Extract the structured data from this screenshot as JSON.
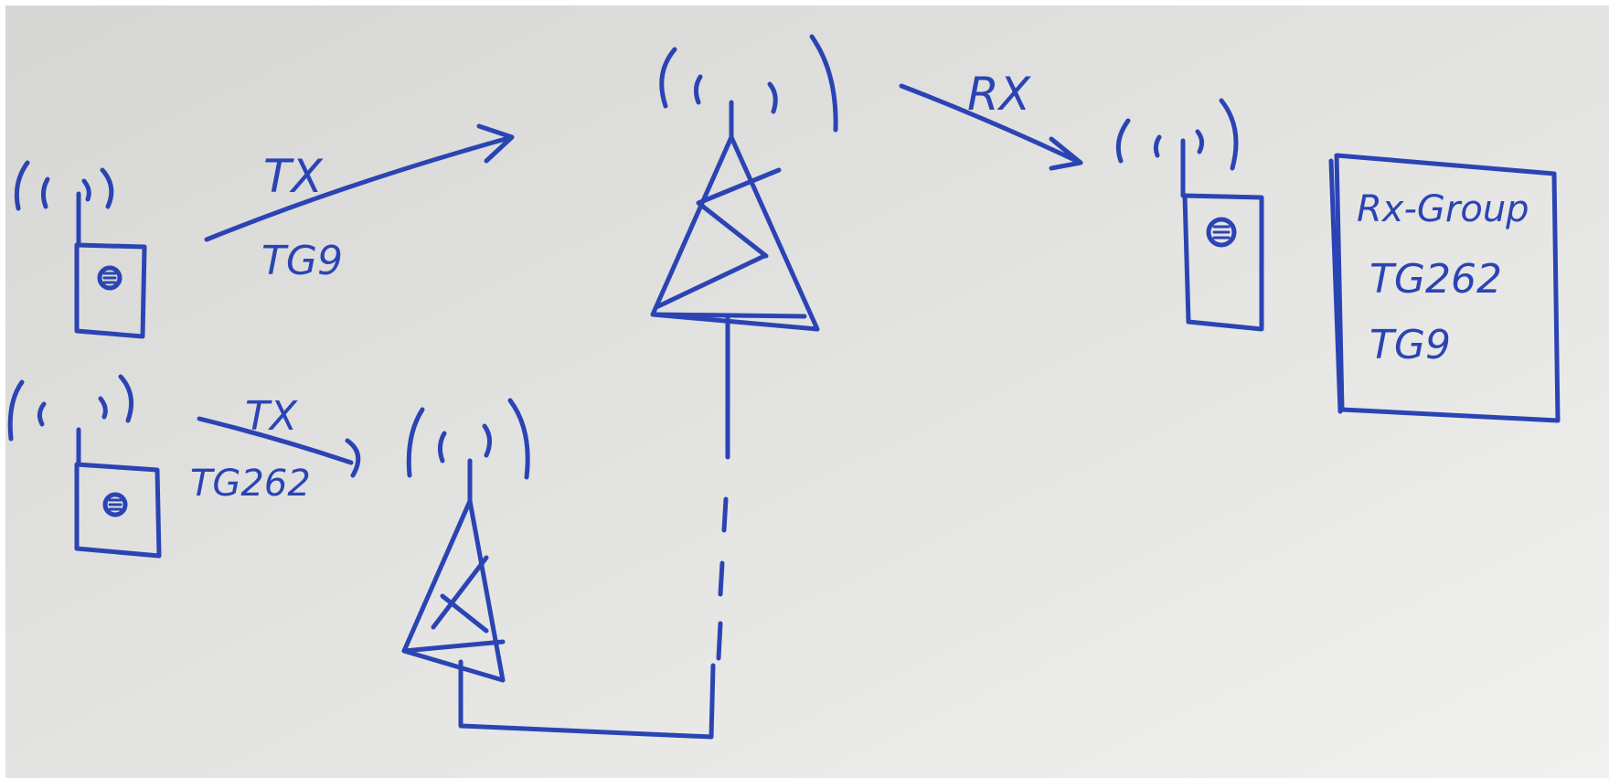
{
  "colors": {
    "ink": "#2b44b4",
    "paper_top": "#d8d8d6",
    "paper_bottom": "#eeeeed"
  },
  "labels": {
    "tx_top": "TX",
    "tg_top": "TG9",
    "tx_bottom": "TX",
    "tg_bottom": "TG262",
    "rx": "RX"
  },
  "rx_group": {
    "title": "Rx-Group",
    "entries": [
      "TG262",
      "TG9"
    ]
  }
}
